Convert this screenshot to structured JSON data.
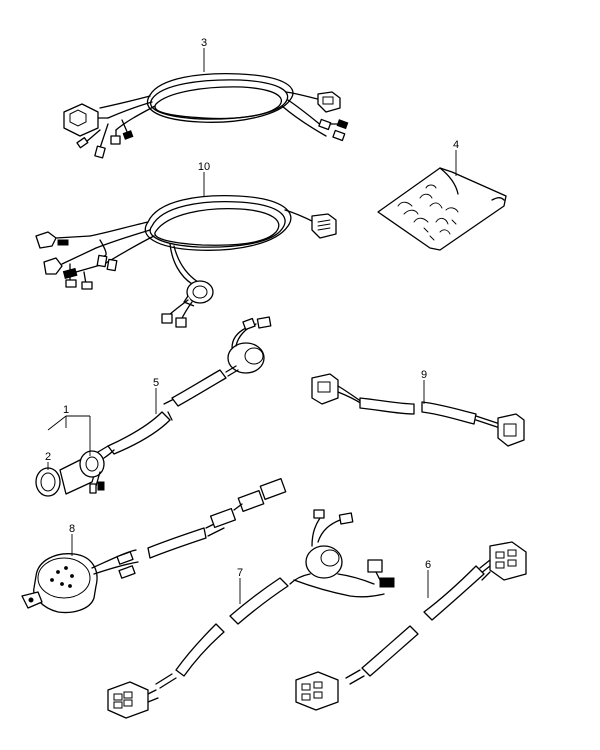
{
  "callouts": [
    {
      "id": "3",
      "text": "3"
    },
    {
      "id": "10",
      "text": "10"
    },
    {
      "id": "4",
      "text": "4"
    },
    {
      "id": "5",
      "text": "5"
    },
    {
      "id": "9",
      "text": "9"
    },
    {
      "id": "1",
      "text": "1"
    },
    {
      "id": "2",
      "text": "2"
    },
    {
      "id": "8",
      "text": "8"
    },
    {
      "id": "7",
      "text": "7"
    },
    {
      "id": "6",
      "text": "6"
    }
  ]
}
